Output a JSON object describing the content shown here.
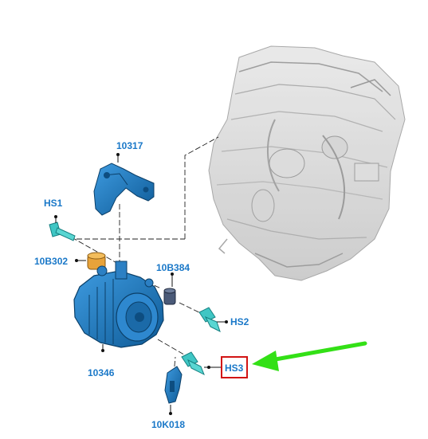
{
  "diagram": {
    "callouts": {
      "bracket": "10317",
      "bolt_hs1": "HS1",
      "sleeve": "10B302",
      "spacer": "10B384",
      "bolt_hs2": "HS2",
      "alternator": "10346",
      "bolt_hs3": "HS3",
      "connector": "10K018"
    },
    "highlighted_callout": "bolt_hs3"
  },
  "colors": {
    "part_blue": "#1c74b8",
    "part_blue_dark": "#0d4d80",
    "callout_text": "#1a78c8",
    "highlight_box": "#d21414",
    "arrow": "#33e016",
    "engine_gray": "#c9c9c9"
  }
}
